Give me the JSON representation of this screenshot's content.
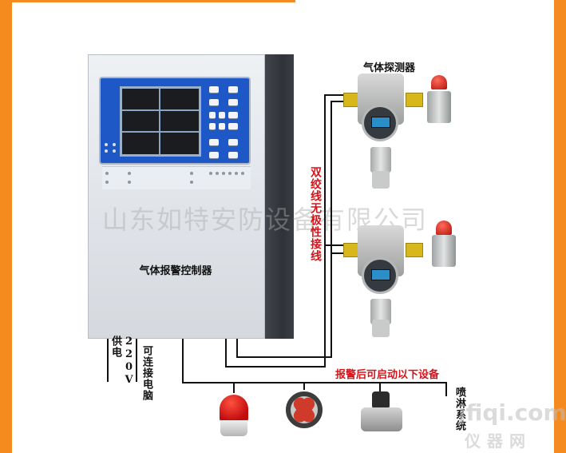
{
  "texts": {
    "detector_title": "气体探测器",
    "controller_title": "气体报警控制器",
    "wire_note": "双绞线无极性接线",
    "power_note": "220V供电",
    "pc_note": "可连接电脑",
    "devices_note": "报警后可启动以下设备",
    "sprinkler_note": "喷淋系统",
    "watermark": "山东如特安防设备有限公司",
    "watermark2": "jfiqi.com",
    "watermark3": "仪器网"
  },
  "colors": {
    "frame": "#f58a1f",
    "panel_blue": "#1e57c6",
    "alert_red": "#d4141a"
  },
  "icons": [
    "alarm-lamp-icon",
    "exhaust-fan-icon",
    "solenoid-valve-icon"
  ]
}
